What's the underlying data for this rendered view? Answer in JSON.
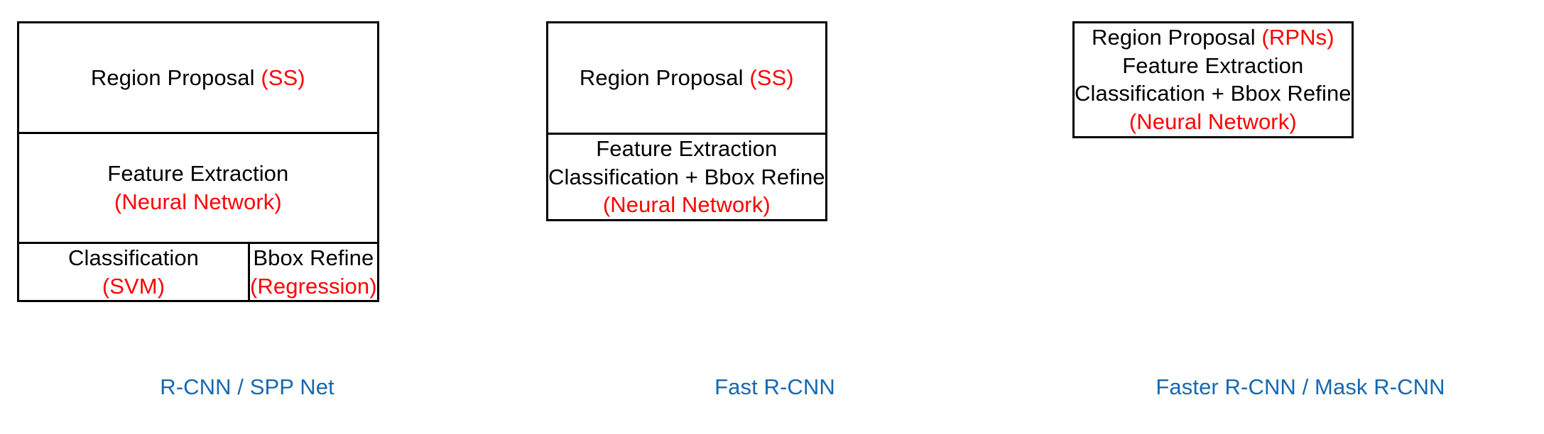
{
  "diagram": {
    "title_colors": {
      "text": "#000000",
      "highlight": "#FF0000",
      "caption": "#1668B0",
      "border": "#000000",
      "background": "#FFFFFF"
    },
    "architectures": [
      {
        "caption": "R-CNN / SPP Net",
        "bands": [
          {
            "cells": [
              {
                "lines": [
                  {
                    "black": "Region Proposal ",
                    "red": "(SS)"
                  }
                ]
              }
            ]
          },
          {
            "cells": [
              {
                "lines": [
                  {
                    "black": "Feature Extraction",
                    "red": ""
                  },
                  {
                    "black": "",
                    "red": "(Neural Network)"
                  }
                ]
              }
            ]
          },
          {
            "cells": [
              {
                "lines": [
                  {
                    "black": "Classification",
                    "red": ""
                  },
                  {
                    "black": "",
                    "red": "(SVM)"
                  }
                ]
              },
              {
                "lines": [
                  {
                    "black": "Bbox Refine",
                    "red": ""
                  },
                  {
                    "black": "",
                    "red": "(Regression)"
                  }
                ]
              }
            ]
          }
        ]
      },
      {
        "caption": "Fast R-CNN",
        "bands": [
          {
            "cells": [
              {
                "lines": [
                  {
                    "black": "Region Proposal ",
                    "red": "(SS)"
                  }
                ]
              }
            ]
          },
          {
            "cells": [
              {
                "lines": [
                  {
                    "black": "Feature Extraction",
                    "red": ""
                  },
                  {
                    "black": "Classification + Bbox Refine",
                    "red": ""
                  },
                  {
                    "black": "",
                    "red": "(Neural Network)"
                  }
                ]
              }
            ]
          }
        ]
      },
      {
        "caption": "Faster R-CNN / Mask R-CNN",
        "bands": [
          {
            "cells": [
              {
                "lines": [
                  {
                    "black": "Region Proposal ",
                    "red": "(RPNs)"
                  },
                  {
                    "black": "Feature Extraction",
                    "red": ""
                  },
                  {
                    "black": "Classification + Bbox Refine",
                    "red": ""
                  },
                  {
                    "black": "",
                    "red": "(Neural Network)"
                  }
                ]
              }
            ]
          }
        ]
      }
    ]
  }
}
